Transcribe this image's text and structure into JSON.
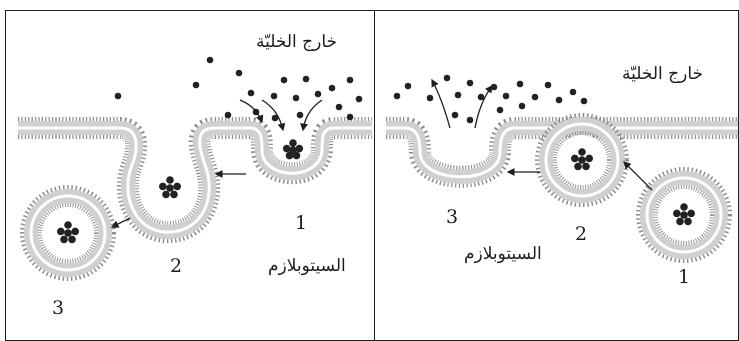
{
  "figure": {
    "left_panel": {
      "outside_label": "خارج الخليّة",
      "cytoplasm_label": "السيتوبلازم",
      "step_numbers": [
        "1",
        "2",
        "3"
      ]
    },
    "right_panel": {
      "outside_label": "خارج الخليّة",
      "cytoplasm_label": "السيتوبلازم",
      "step_numbers": [
        "1",
        "2",
        "3"
      ]
    },
    "colors": {
      "membrane_fill": "#d0d0d0",
      "membrane_stroke": "#8c8c8c",
      "particle": "#222222",
      "frame": "#1e1e1e"
    }
  }
}
